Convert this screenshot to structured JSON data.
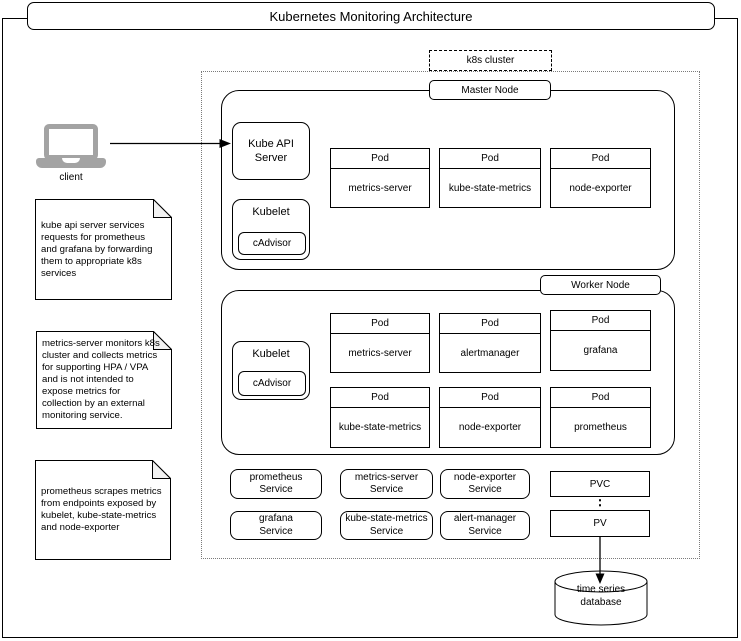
{
  "title": "Kubernetes Monitoring Architecture",
  "cluster": {
    "label": "k8s cluster"
  },
  "client": {
    "label": "client"
  },
  "master": {
    "label": "Master Node",
    "api_server": "Kube API Server",
    "kubelet": "Kubelet",
    "cadvisor": "cAdvisor",
    "pods": [
      {
        "header": "Pod",
        "name": "metrics-server"
      },
      {
        "header": "Pod",
        "name": "kube-state-metrics"
      },
      {
        "header": "Pod",
        "name": "node-exporter"
      }
    ]
  },
  "worker": {
    "label": "Worker Node",
    "kubelet": "Kubelet",
    "cadvisor": "cAdvisor",
    "pods": [
      {
        "header": "Pod",
        "name": "metrics-server"
      },
      {
        "header": "Pod",
        "name": "alertmanager"
      },
      {
        "header": "Pod",
        "name": "grafana"
      },
      {
        "header": "Pod",
        "name": "kube-state-metrics"
      },
      {
        "header": "Pod",
        "name": "node-exporter"
      },
      {
        "header": "Pod",
        "name": "prometheus"
      }
    ]
  },
  "services": [
    {
      "line1": "prometheus",
      "line2": "Service"
    },
    {
      "line1": "metrics-server",
      "line2": "Service"
    },
    {
      "line1": "node-exporter",
      "line2": "Service"
    },
    {
      "line1": "grafana",
      "line2": "Service"
    },
    {
      "line1": "kube-state-metrics",
      "line2": "Service"
    },
    {
      "line1": "alert-manager",
      "line2": "Service"
    }
  ],
  "storage": {
    "pvc": "PVC",
    "pv": "PV"
  },
  "database": {
    "line1": "time series",
    "line2": "database"
  },
  "notes": [
    {
      "text": "kube api server services requests for prometheus and grafana by forwarding them to appropriate k8s services"
    },
    {
      "text": "metrics-server monitors k8s cluster and collects metrics for supporting HPA / VPA and is not intended to expose metrics for collection by an external monitoring service."
    },
    {
      "text": "prometheus scrapes metrics from endpoints exposed by kubelet, kube-state-metrics and node-exporter"
    }
  ],
  "colors": {
    "stroke": "#000000",
    "laptop_gray": "#a3a3a3",
    "note_fold": "#f2f2f2",
    "background": "#ffffff"
  }
}
